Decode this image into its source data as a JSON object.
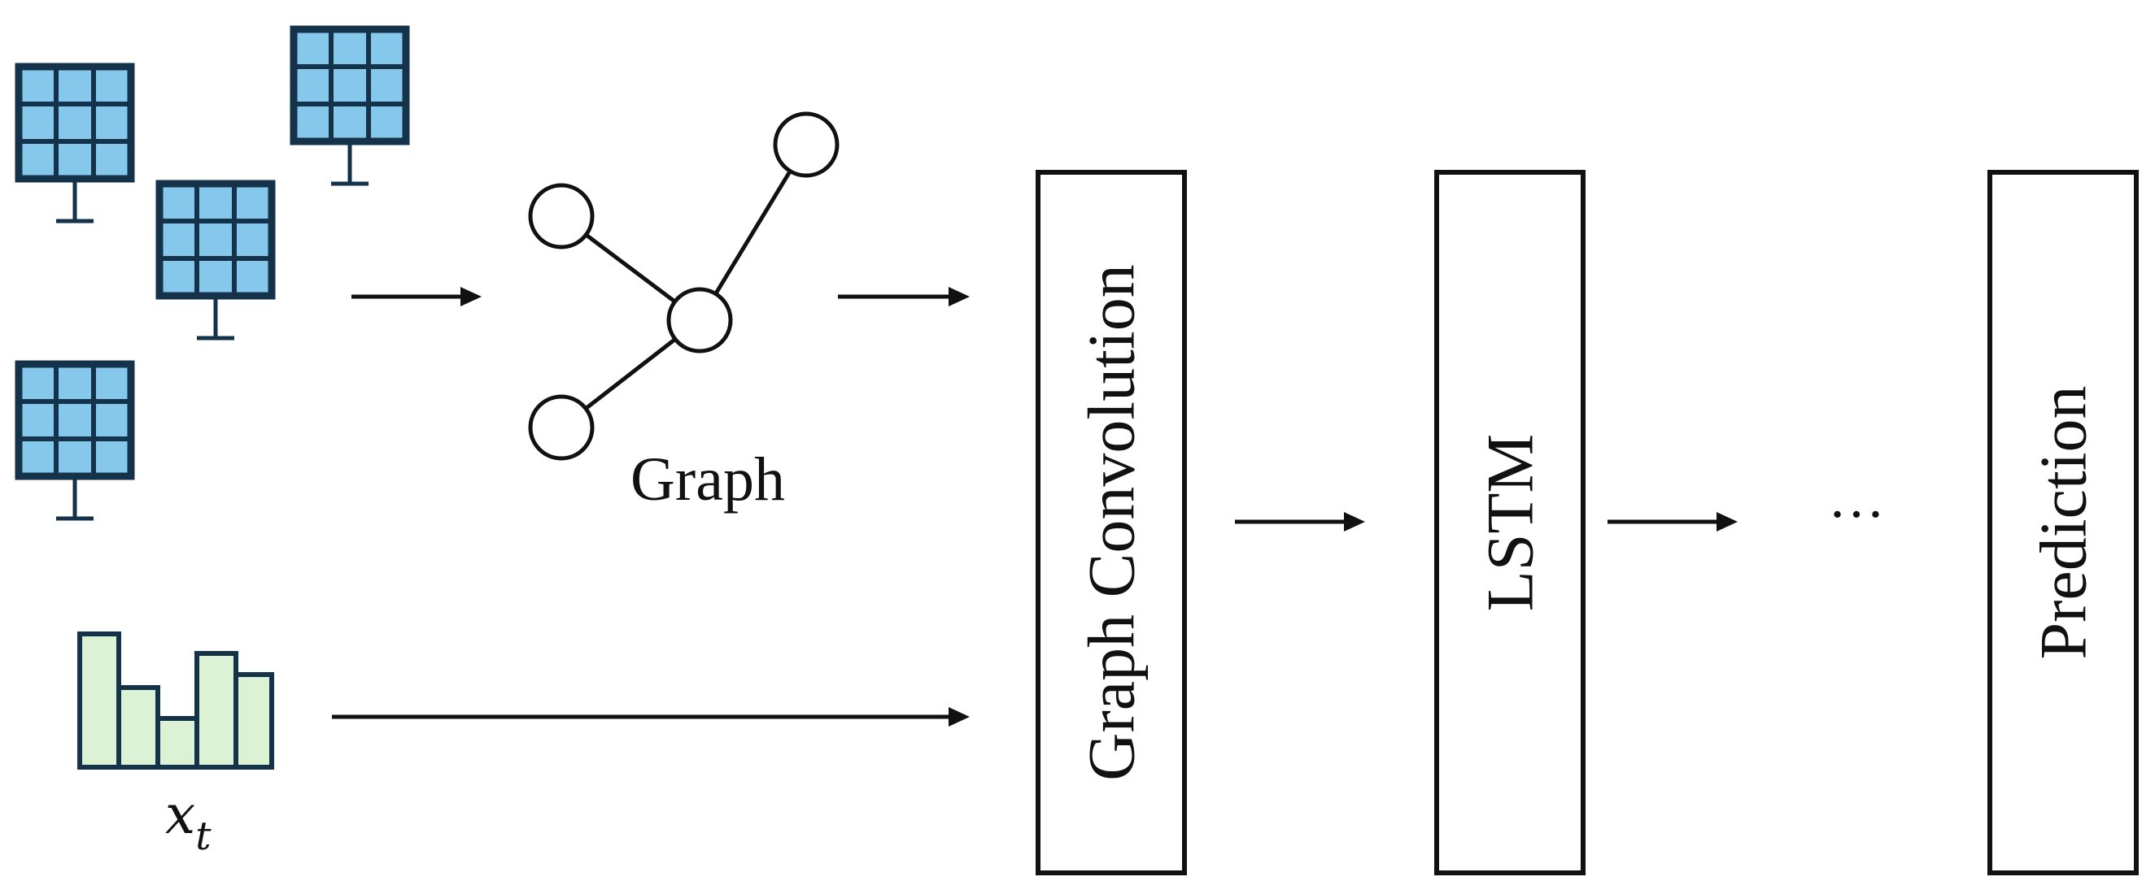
{
  "graph_label": "Graph",
  "input_label": {
    "symbol": "x",
    "subscript": "t"
  },
  "blocks": {
    "graph_convolution": "Graph Convolution",
    "lstm": "LSTM",
    "prediction": "Prediction"
  },
  "ellipsis": "…",
  "colors": {
    "panel_fill": "#85c8ec",
    "panel_stroke": "#14324a",
    "bar_fill": "#dcf2d4",
    "line": "#111111"
  },
  "icons": [
    "solar-panel-icon",
    "bar-chart-icon",
    "graph-icon"
  ]
}
